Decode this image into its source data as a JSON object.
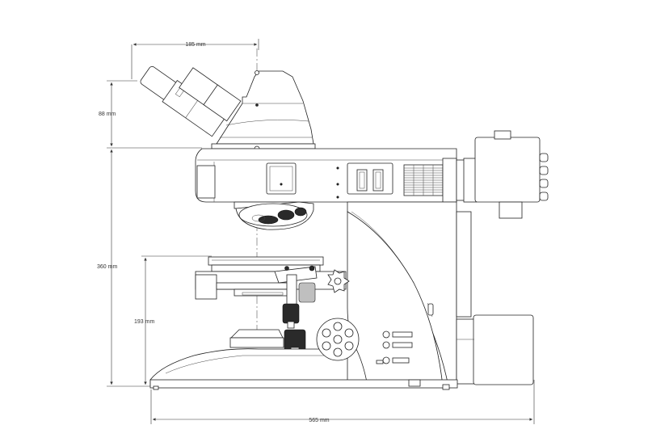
{
  "dimensions": {
    "width_top": "185 mm",
    "height_eyepiece": "88 mm",
    "height_total": "360 mm",
    "height_stage": "193 mm",
    "width_base": "565 mm"
  }
}
